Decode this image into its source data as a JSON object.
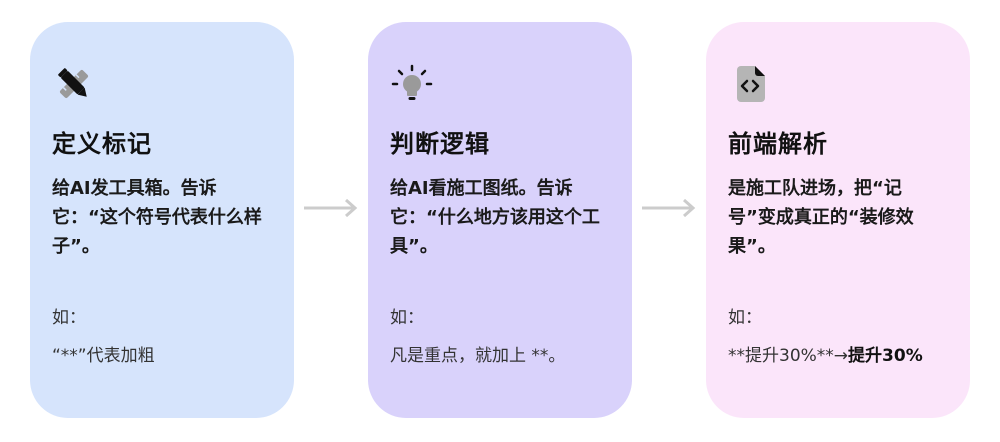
{
  "cards": [
    {
      "icon": "pencil-ruler-icon",
      "title": "定义标记",
      "desc": "给AI发工具箱。告诉它：“这个符号代表什么样子”。",
      "example_label": "如：",
      "example_text": "“**”代表加粗"
    },
    {
      "icon": "lightbulb-icon",
      "title": "判断逻辑",
      "desc": "给AI看施工图纸。告诉它：“什么地方该用这个工具”。",
      "example_label": "如：",
      "example_text": "凡是重点，就加上 **。"
    },
    {
      "icon": "code-file-icon",
      "title": "前端解析",
      "desc": "是施工队进场，把“记号”变成真正的“装修效果”。",
      "example_label": "如：",
      "example_text_before": "**提升30%**→",
      "example_text_bold": "提升30%"
    }
  ],
  "colors": {
    "card_1_bg": "#d6e4fc",
    "card_2_bg": "#d9d2fb",
    "card_3_bg": "#fbe5fa",
    "arrow": "#cccccc"
  }
}
